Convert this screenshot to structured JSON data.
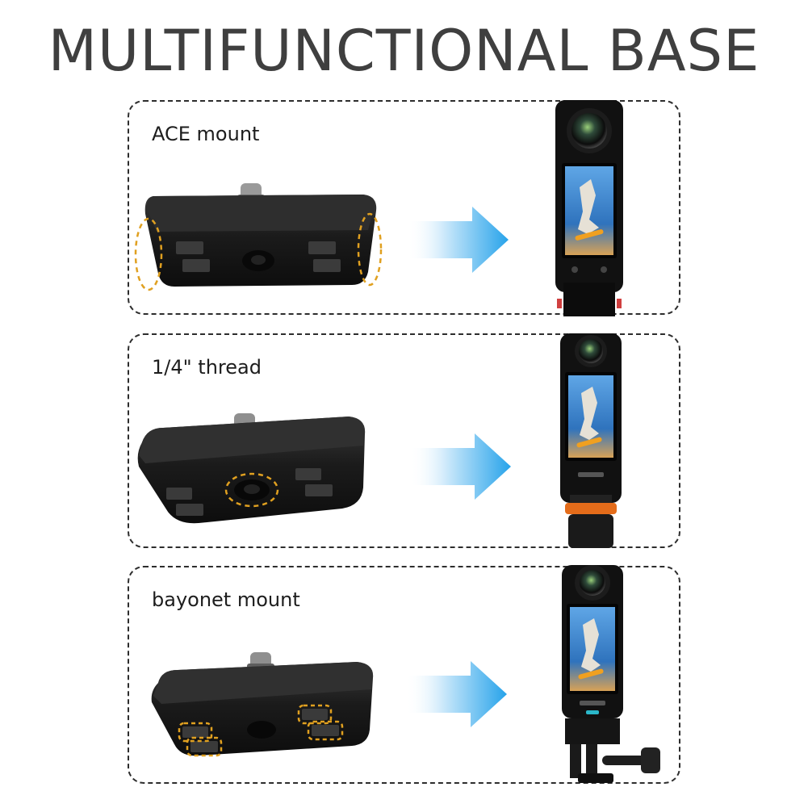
{
  "page": {
    "title": "MULTIFUNCTIONAL BASE"
  },
  "sections": [
    {
      "label": "ACE mount",
      "highlight": "side-clips"
    },
    {
      "label": "1/4\" thread",
      "highlight": "center-thread"
    },
    {
      "label": "bayonet mount",
      "highlight": "bayonet-slots"
    }
  ],
  "colors": {
    "title": "#3f3f3f",
    "border": "#2d2d2d",
    "arrow": "#2aa6ea",
    "highlight": "#e0a020",
    "base": "#1a1a1a",
    "camera": "#121212",
    "screen_sky": "#3d84c9",
    "adapter_orange": "#e46c1a"
  },
  "icons": [
    "mount-base-image",
    "camera-image",
    "right-arrow-icon"
  ]
}
